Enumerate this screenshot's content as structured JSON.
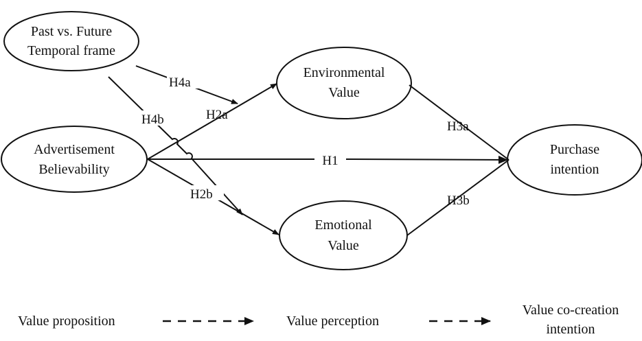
{
  "nodes": {
    "temporal": {
      "line1": "Past vs. Future",
      "line2": "Temporal frame"
    },
    "believability": {
      "line1": "Advertisement",
      "line2": "Believability"
    },
    "environmental": {
      "line1": "Environmental",
      "line2": "Value"
    },
    "emotional": {
      "line1": "Emotional",
      "line2": "Value"
    },
    "purchase": {
      "line1": "Purchase",
      "line2": "intention"
    }
  },
  "edges": {
    "h1": "H1",
    "h2a": "H2a",
    "h2b": "H2b",
    "h3a": "H3a",
    "h3b": "H3b",
    "h4a": "H4a",
    "h4b": "H4b"
  },
  "legend": {
    "stage1": "Value proposition",
    "stage2": "Value perception",
    "stage3_line1": "Value co-creation",
    "stage3_line2": "intention"
  },
  "colors": {
    "stroke": "#111111",
    "background": "#ffffff"
  }
}
